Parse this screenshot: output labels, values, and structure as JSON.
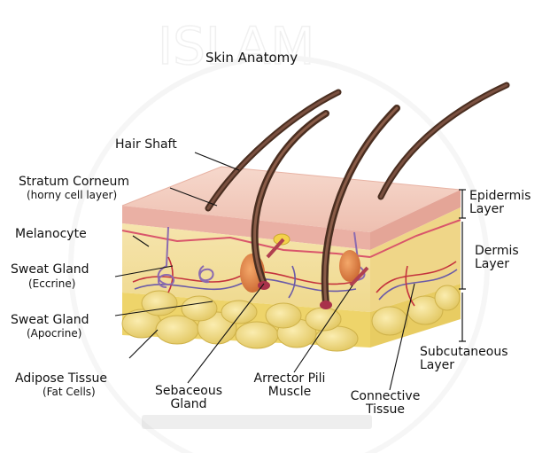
{
  "watermark": {
    "text": "ISLAM",
    "color": "#eeeeee"
  },
  "title": "Skin Anatomy",
  "labels": {
    "hair_shaft": "Hair Shaft",
    "stratum_corneum": "Stratum Corneum",
    "stratum_corneum_note": "(horny cell layer)",
    "melanocyte": "Melanocyte",
    "sweat_gland_eccrine": "Sweat Gland",
    "sweat_gland_eccrine_note": "(Eccrine)",
    "sweat_gland_apocrine": "Sweat Gland",
    "sweat_gland_apocrine_note": "(Apocrine)",
    "adipose_tissue": "Adipose Tissue",
    "adipose_tissue_note": "(Fat Cells)",
    "sebaceous_gland_1": "Sebaceous",
    "sebaceous_gland_2": "Gland",
    "arrector_pili_1": "Arrector Pili",
    "arrector_pili_2": "Muscle",
    "connective_tissue_1": "Connective",
    "connective_tissue_2": "Tissue",
    "epidermis_1": "Epidermis",
    "epidermis_2": "Layer",
    "dermis_1": "Dermis",
    "dermis_2": "Layer",
    "subcutaneous_1": "Subcutaneous",
    "subcutaneous_2": "Layer"
  },
  "colors": {
    "epidermis": "#f2cfc3",
    "dermis": "#f3e2a6",
    "subcutaneous": "#e9d776",
    "fat": "#f0dc7a",
    "hair": "#5a3a2a",
    "vessel_red": "#c4323d",
    "vessel_blue": "#6a5aa8"
  }
}
